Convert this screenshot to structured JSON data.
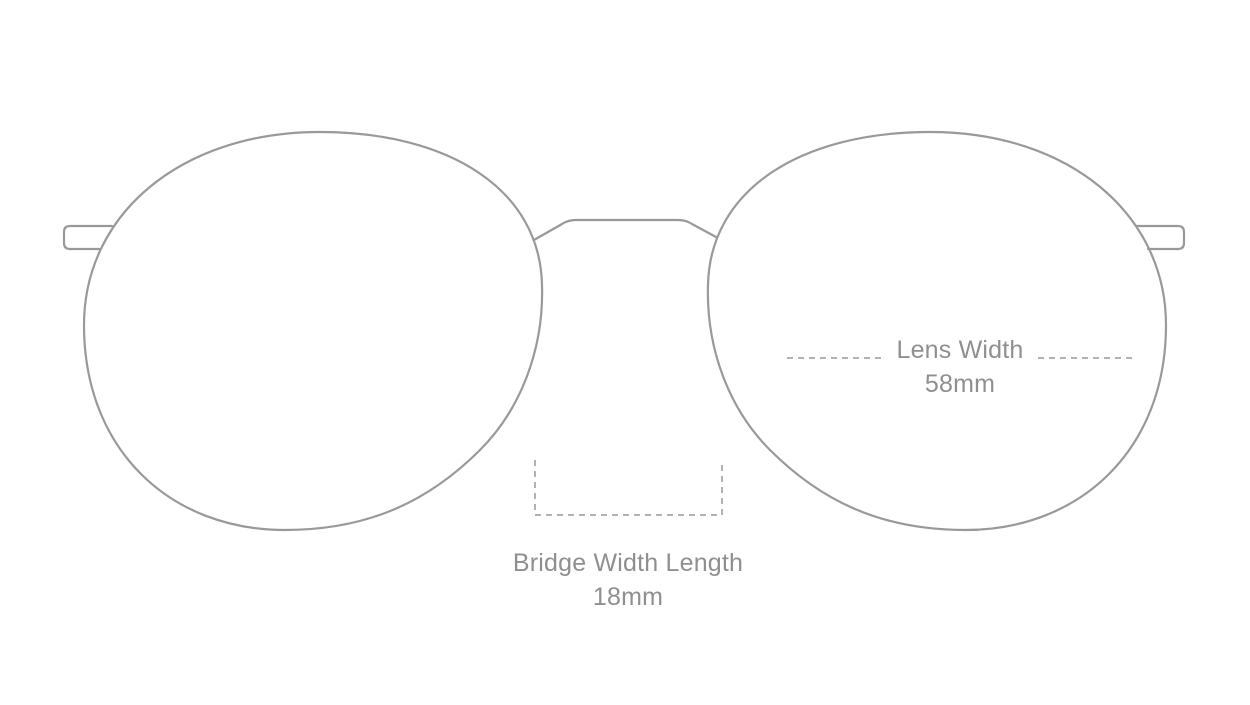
{
  "diagram": {
    "type": "eyeglasses-frame-measurements",
    "stroke_color": "#999999",
    "text_color": "#8f8f8f",
    "measurements": {
      "lens_width": {
        "label": "Lens Width",
        "value": "58mm"
      },
      "bridge_width": {
        "label": "Bridge Width Length",
        "value": "18mm"
      }
    }
  }
}
